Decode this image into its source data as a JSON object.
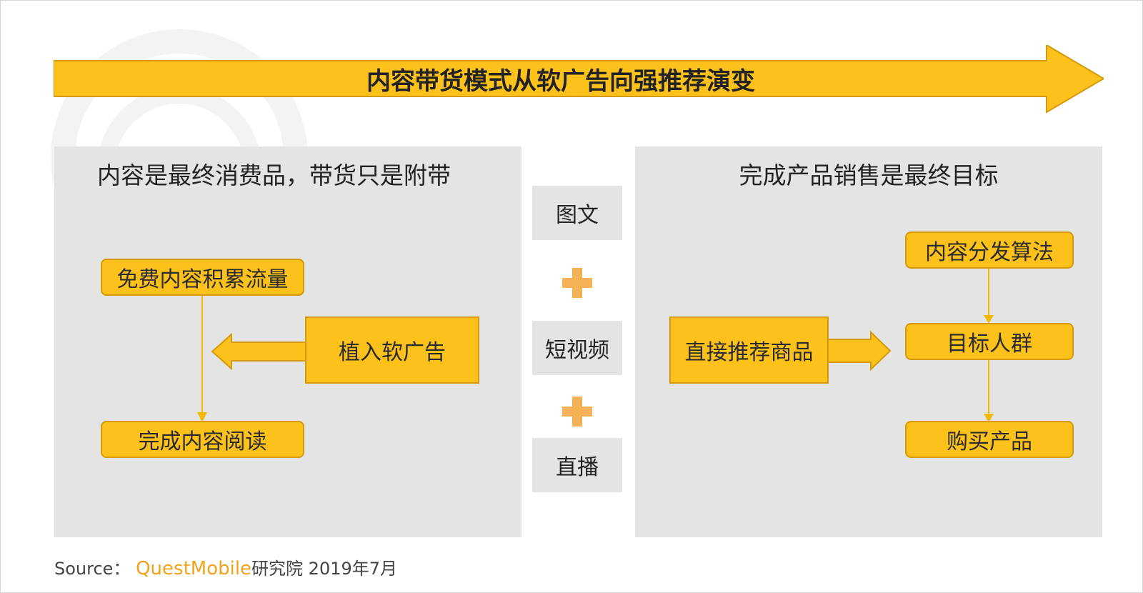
{
  "banner": {
    "title": "内容带货模式从软广告向强推荐演变"
  },
  "left_panel": {
    "title": "内容是最终消费品，带货只是附带",
    "box_top": "免费内容积累流量",
    "box_ad": "植入软广告",
    "box_bottom": "完成内容阅读"
  },
  "middle": {
    "item1": "图文",
    "item2": "短视频",
    "item3": "直播"
  },
  "right_panel": {
    "title": "完成产品销售是最终目标",
    "box_recommend": "直接推荐商品",
    "box_algo": "内容分发算法",
    "box_target": "目标人群",
    "box_buy": "购买产品"
  },
  "source": {
    "label": "Source：",
    "brand": "QuestMobile",
    "rest": "研究院 2019年7月"
  },
  "colors": {
    "accent": "#fcc21b",
    "accent_border": "#d49a0c",
    "plus": "#f5b255",
    "panel": "#e4e4e4"
  }
}
